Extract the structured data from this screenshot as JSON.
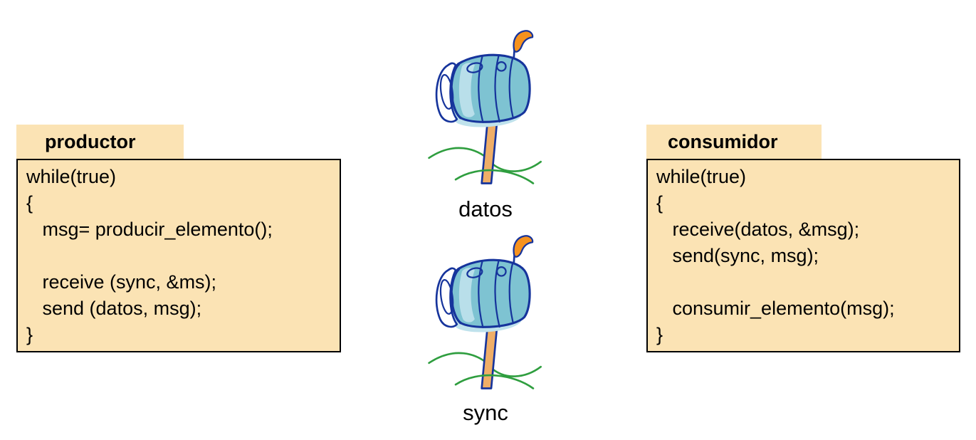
{
  "producer": {
    "title": "productor",
    "code_lines": [
      "while(true)",
      "{",
      "   msg= producir_elemento();",
      "",
      "   receive (sync, &ms);",
      "   send (datos, msg);",
      "}"
    ]
  },
  "consumer": {
    "title": "consumidor",
    "code_lines": [
      "while(true)",
      "{",
      "   receive(datos, &msg);",
      "   send(sync, msg);",
      "",
      "   consumir_elemento(msg);",
      "}"
    ]
  },
  "mailboxes": [
    {
      "label": "datos"
    },
    {
      "label": "sync"
    }
  ],
  "colors": {
    "panel_fill": "#FBE3B4",
    "panel_border": "#000000",
    "mailbox_body": "#7EC3D2",
    "mailbox_shadow": "#BFE2EC",
    "mailbox_outline": "#16349C",
    "mailbox_flag": "#F6921E",
    "mailbox_post": "#EFAE67",
    "grass": "#2F9E3F",
    "background": "#FFFFFF"
  }
}
